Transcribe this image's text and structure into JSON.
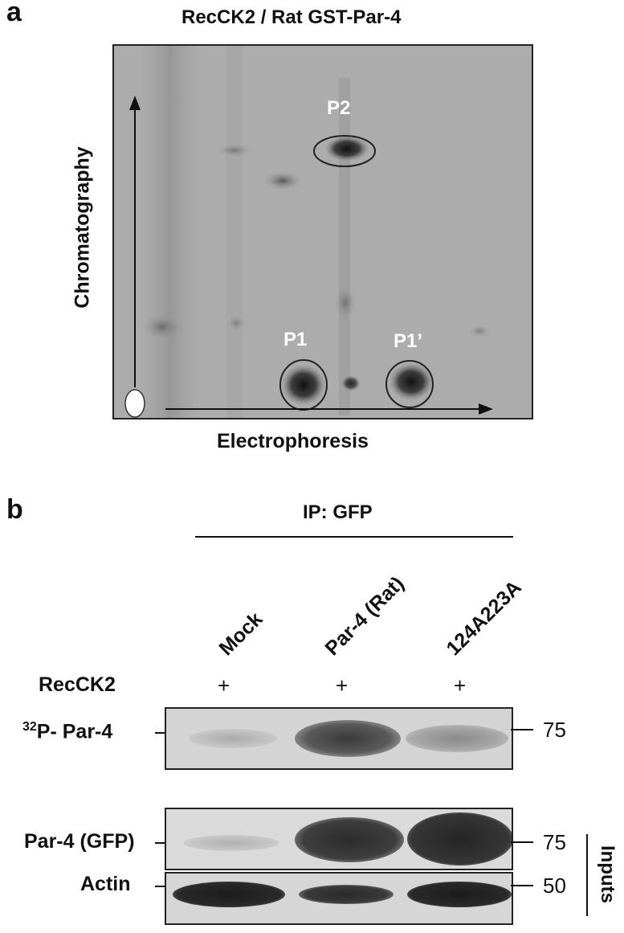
{
  "panel_a": {
    "letter": "a",
    "title": "RecCK2 / Rat GST-Par-4",
    "y_axis_label": "Chromatography",
    "x_axis_label": "Electrophoresis",
    "spots": {
      "p2": "P2",
      "p1": "P1",
      "p1_prime": "P1’"
    }
  },
  "panel_b": {
    "letter": "b",
    "ip_label": "IP: GFP",
    "lanes": [
      "Mock",
      "Par-4 (Rat)",
      "124A223A"
    ],
    "treatment_label": "RecCK2",
    "treatment_marks": [
      "+",
      "+",
      "+"
    ],
    "rows": {
      "p32": {
        "superscript": "32",
        "label": "P- Par-4",
        "mw": "75"
      },
      "gfp": {
        "label": "Par-4 (GFP)",
        "mw": "75"
      },
      "actin": {
        "label": "Actin",
        "mw": "50"
      }
    },
    "inputs_label": "Inputs"
  },
  "colors": {
    "tlc_background": "#a8a8a8",
    "spot": "#1a1a1a",
    "blot_background": "#d8d8d8"
  }
}
